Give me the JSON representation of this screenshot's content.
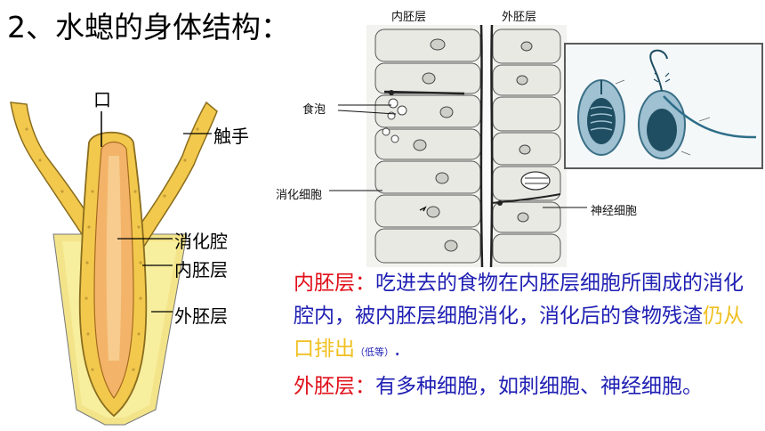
{
  "title": "2、水螅的身体结构：",
  "left_diagram": {
    "labels": {
      "mouth": "口",
      "tentacle": "触手",
      "cavity": "消化腔",
      "endoderm": "内胚层",
      "ectoderm": "外胚层"
    }
  },
  "micro_diagram": {
    "labels": {
      "endoderm": "内胚层",
      "ectoderm": "外胚层",
      "food_vacuole": "食泡",
      "digestive_cell": "消化细胞",
      "nerve_cell": "神经细胞"
    }
  },
  "paragraph1": {
    "head": "内胚层：",
    "body1": "吃进去的食物在内胚层细胞所围成的消化腔内，被内胚层细胞消化，消化后的食物残渣",
    "highlight": "仍从口排出",
    "note": "（低等）",
    "tail": "."
  },
  "paragraph2": {
    "head": "外胚层：",
    "body": "有多种细胞，如刺细胞、神经细胞。"
  }
}
